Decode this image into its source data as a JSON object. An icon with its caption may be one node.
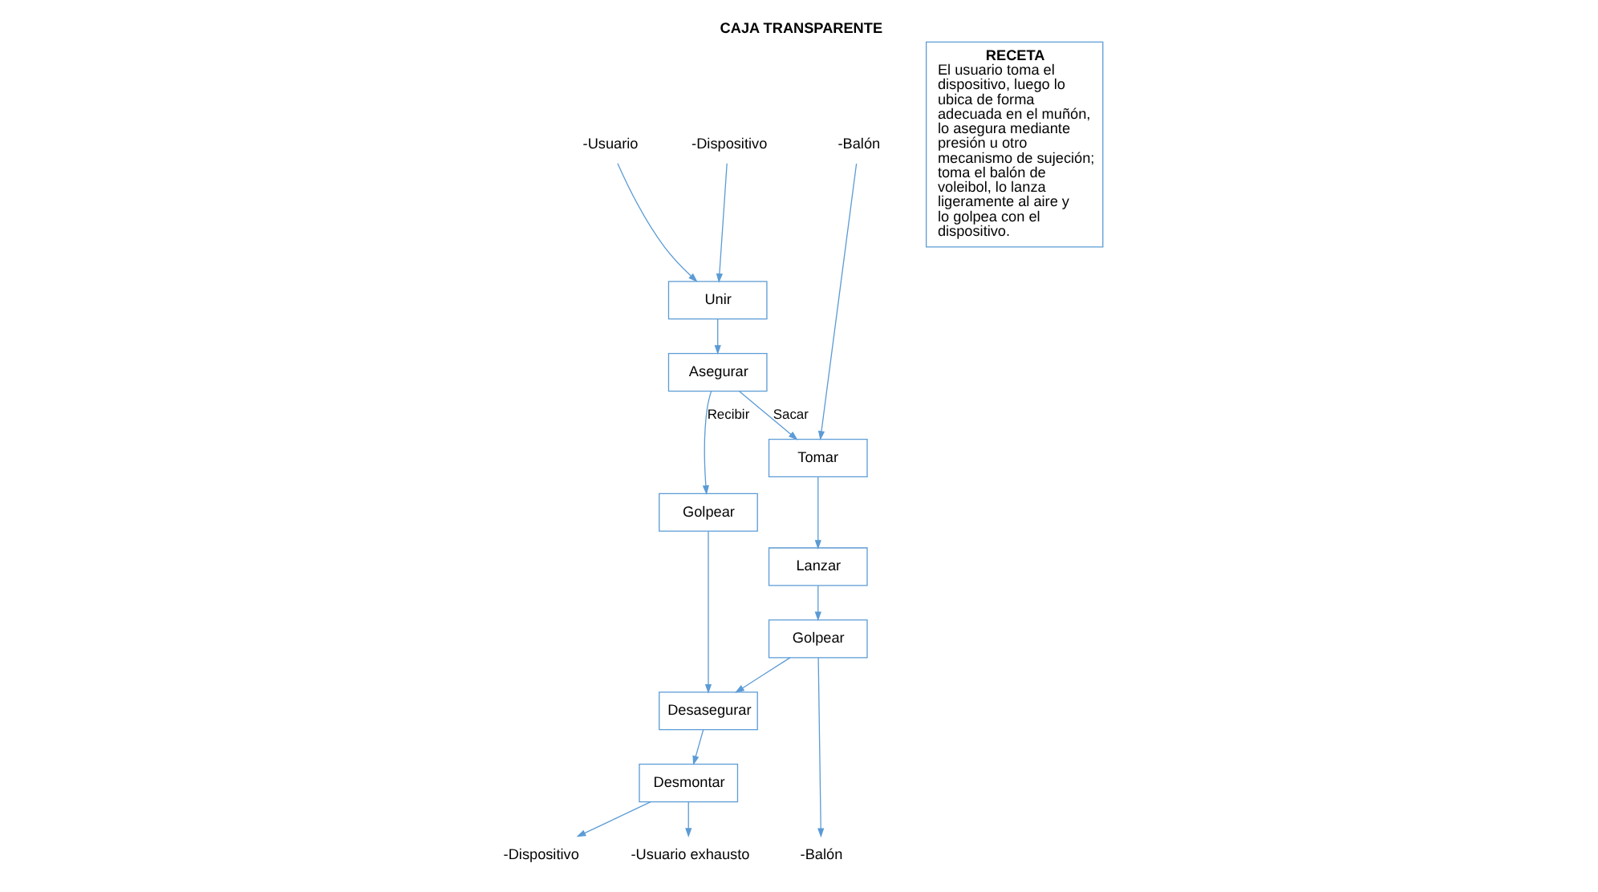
{
  "diagram": {
    "title": "CAJA TRANSPARENTE",
    "nodes": [
      {
        "text": [
          "-Usuario"
        ]
      },
      {
        "text": [
          "-Dispositivo"
        ]
      },
      {
        "text": [
          "-Balón"
        ]
      },
      {
        "text": [
          "Unir"
        ]
      },
      {
        "text": [
          "Asegurar"
        ]
      },
      {
        "text": [
          "Tomar"
        ]
      },
      {
        "text": [
          "Golpear"
        ]
      },
      {
        "text": [
          "Lanzar"
        ]
      },
      {
        "text": [
          "Golpear"
        ]
      },
      {
        "text": [
          "Desasegurar"
        ]
      },
      {
        "text": [
          "Desmontar"
        ]
      },
      {
        "text": [
          "-Usuario exhausto"
        ]
      },
      {
        "text": [
          "-Dispositivo"
        ]
      },
      {
        "text": [
          "-Balón"
        ]
      },
      {
        "text": [
          "RECETA",
          "El usuario toma el dispositivo, luego lo ubica de forma adecuada en el muñón, lo asegura mediante presión u otro mecanismo de sujeción; toma el balón de voleibol, lo lanza ligeramente al aire y lo golpea con el dispositivo."
        ]
      }
    ],
    "edges": [
      {
        "from": 0,
        "to": 3,
        "arrow": "to"
      },
      {
        "from": 1,
        "to": 3,
        "arrow": "to"
      },
      {
        "from": 2,
        "to": 5,
        "arrow": "to"
      },
      {
        "from": 3,
        "to": 4,
        "arrow": "to"
      },
      {
        "from": 4,
        "to": 5,
        "arrow": "to",
        "label": "Sacar"
      },
      {
        "from": 4,
        "to": 6,
        "arrow": "to",
        "label": "Recibir"
      },
      {
        "from": 5,
        "to": 7,
        "arrow": "to"
      },
      {
        "from": 7,
        "to": 8,
        "arrow": "to"
      },
      {
        "from": 8,
        "to": 9,
        "arrow": "to"
      },
      {
        "from": 6,
        "to": 9,
        "arrow": "to"
      },
      {
        "from": 9,
        "to": 10,
        "arrow": "to"
      },
      {
        "from": 10,
        "to": 11,
        "arrow": "to"
      },
      {
        "from": 10,
        "to": 12,
        "arrow": "to"
      },
      {
        "from": 8,
        "to": 13,
        "arrow": "to"
      }
    ]
  }
}
